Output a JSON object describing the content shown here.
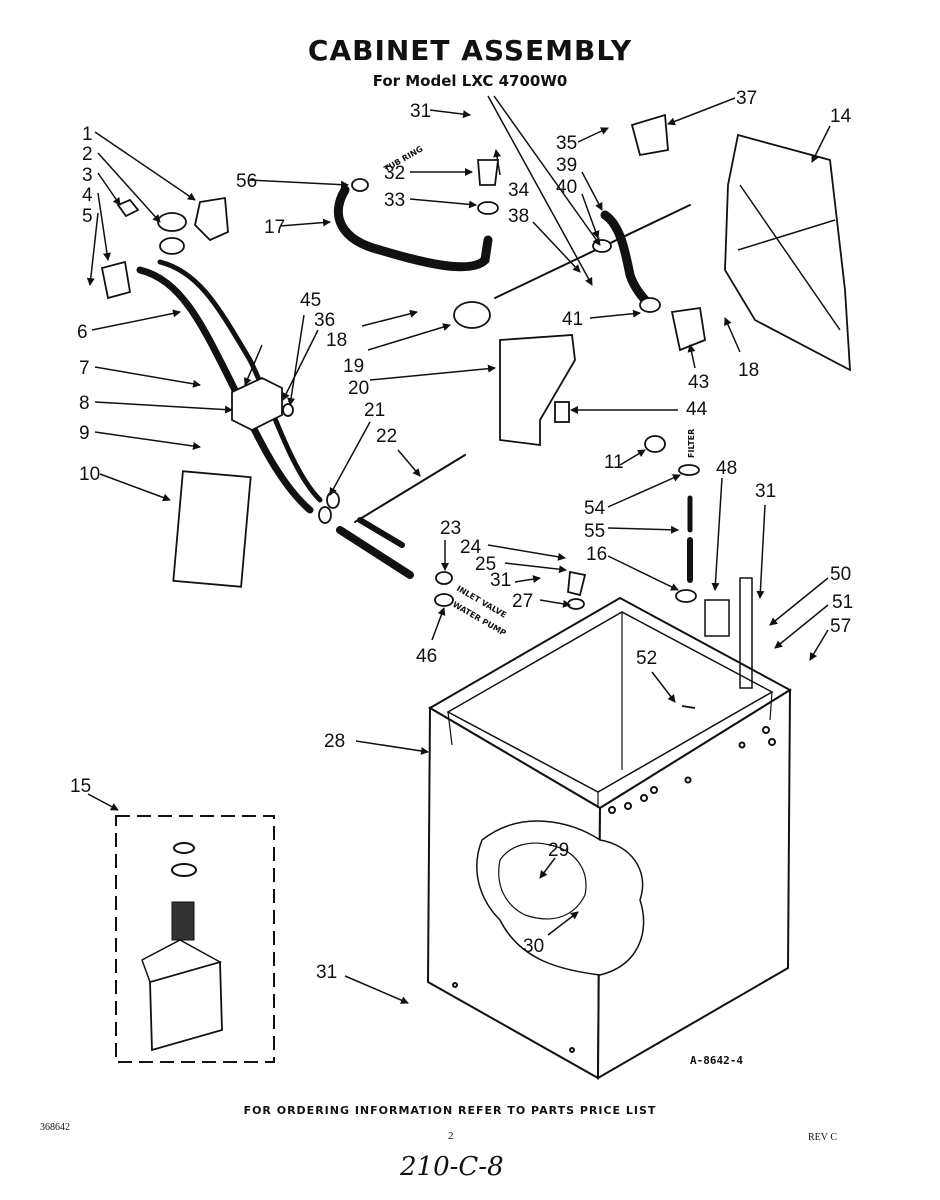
{
  "header": {
    "title": "CABINET ASSEMBLY",
    "subtitle": "For Model LXC 4700W0"
  },
  "callouts": {
    "c1": "1",
    "c2": "2",
    "c3": "3",
    "c4": "4",
    "c5": "5",
    "c6": "6",
    "c7": "7",
    "c8": "8",
    "c9": "9",
    "c10": "10",
    "c11": "11",
    "c14": "14",
    "c15": "15",
    "c16": "16",
    "c17": "17",
    "c18a": "18",
    "c18b": "18",
    "c19": "19",
    "c20": "20",
    "c21": "21",
    "c22": "22",
    "c23": "23",
    "c24": "24",
    "c25": "25",
    "c27": "27",
    "c28": "28",
    "c29": "29",
    "c30": "30",
    "c31a": "31",
    "c31b": "31",
    "c31c": "31",
    "c31d": "31",
    "c32": "32",
    "c33": "33",
    "c34": "34",
    "c35": "35",
    "c36": "36",
    "c37": "37",
    "c38": "38",
    "c39": "39",
    "c40": "40",
    "c41": "41",
    "c43": "43",
    "c44": "44",
    "c45": "45",
    "c46": "46",
    "c48": "48",
    "c50": "50",
    "c51": "51",
    "c52": "52",
    "c54": "54",
    "c55": "55",
    "c56": "56",
    "c57": "57"
  },
  "labels": {
    "tub_ring": "TUB RING",
    "filter": "FILTER",
    "inlet_valve": "INLET VALVE",
    "water_pump": "WATER PUMP"
  },
  "figure_code": "A-8642-4",
  "footer": {
    "ordering_note": "FOR ORDERING INFORMATION REFER TO PARTS PRICE LIST",
    "doc_code": "368642",
    "page_number": "2",
    "revision": "REV C",
    "handwritten_note": "210-C-8"
  }
}
